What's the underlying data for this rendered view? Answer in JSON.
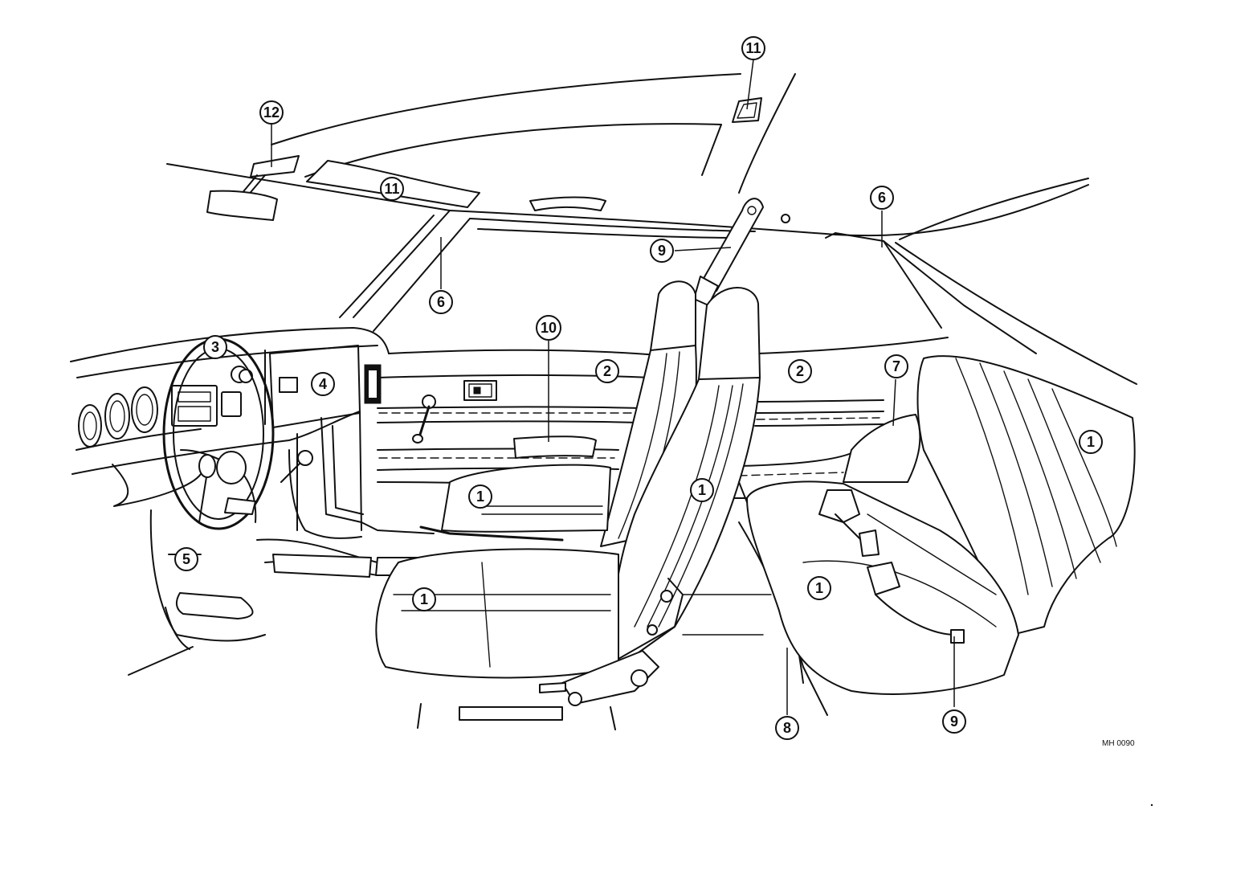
{
  "drawing_code": "MH 0090",
  "callouts": [
    {
      "id": "seat-front-passenger-cushion",
      "label": "1"
    },
    {
      "id": "seat-front-passenger-back",
      "label": "1"
    },
    {
      "id": "seat-front-driver-cushion",
      "label": "1"
    },
    {
      "id": "seat-rear-cushion",
      "label": "1"
    },
    {
      "id": "seat-rear-back",
      "label": "1"
    },
    {
      "id": "door-trim-front",
      "label": "2"
    },
    {
      "id": "door-trim-rear",
      "label": "2"
    },
    {
      "id": "steering-wheel",
      "label": "3"
    },
    {
      "id": "instrument-panel",
      "label": "4"
    },
    {
      "id": "lower-panel",
      "label": "5"
    },
    {
      "id": "pillar-garnish-front",
      "label": "6"
    },
    {
      "id": "pillar-garnish-rear",
      "label": "6"
    },
    {
      "id": "quarter-trim",
      "label": "7"
    },
    {
      "id": "floor-carpet",
      "label": "8"
    },
    {
      "id": "seat-belt-front",
      "label": "9"
    },
    {
      "id": "seat-belt-rear",
      "label": "9"
    },
    {
      "id": "armrest",
      "label": "10"
    },
    {
      "id": "sun-visor",
      "label": "11"
    },
    {
      "id": "roof-lamp",
      "label": "11"
    },
    {
      "id": "mirror",
      "label": "12"
    }
  ]
}
